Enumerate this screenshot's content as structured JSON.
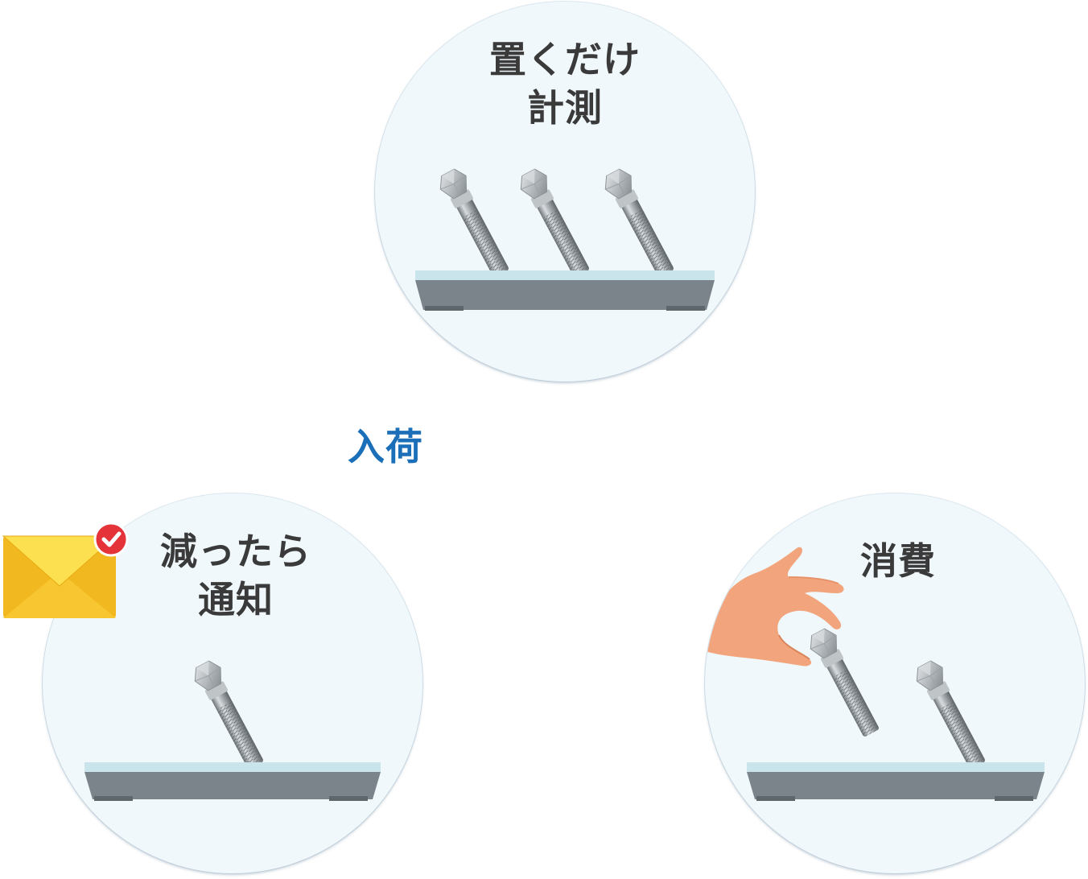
{
  "stages": {
    "place": {
      "line1": "置くだけ",
      "line2": "計測"
    },
    "notify": {
      "line1": "減ったら",
      "line2": "通知"
    },
    "consume": {
      "line1": "消費"
    }
  },
  "arrival": {
    "label": "入荷"
  },
  "colors": {
    "circle_bg": "#f0f8fc",
    "label_text": "#3a3a3a",
    "arrival_text": "#1a6fb8",
    "scale_top": "#c9e4ea",
    "scale_body": "#7a848a",
    "envelope": "#f7c631",
    "badge": "#e5333a",
    "hand": "#f2a57c"
  },
  "icons": [
    "bolt-icon",
    "scale-icon",
    "mail-icon",
    "check-badge-icon",
    "hand-icon"
  ]
}
